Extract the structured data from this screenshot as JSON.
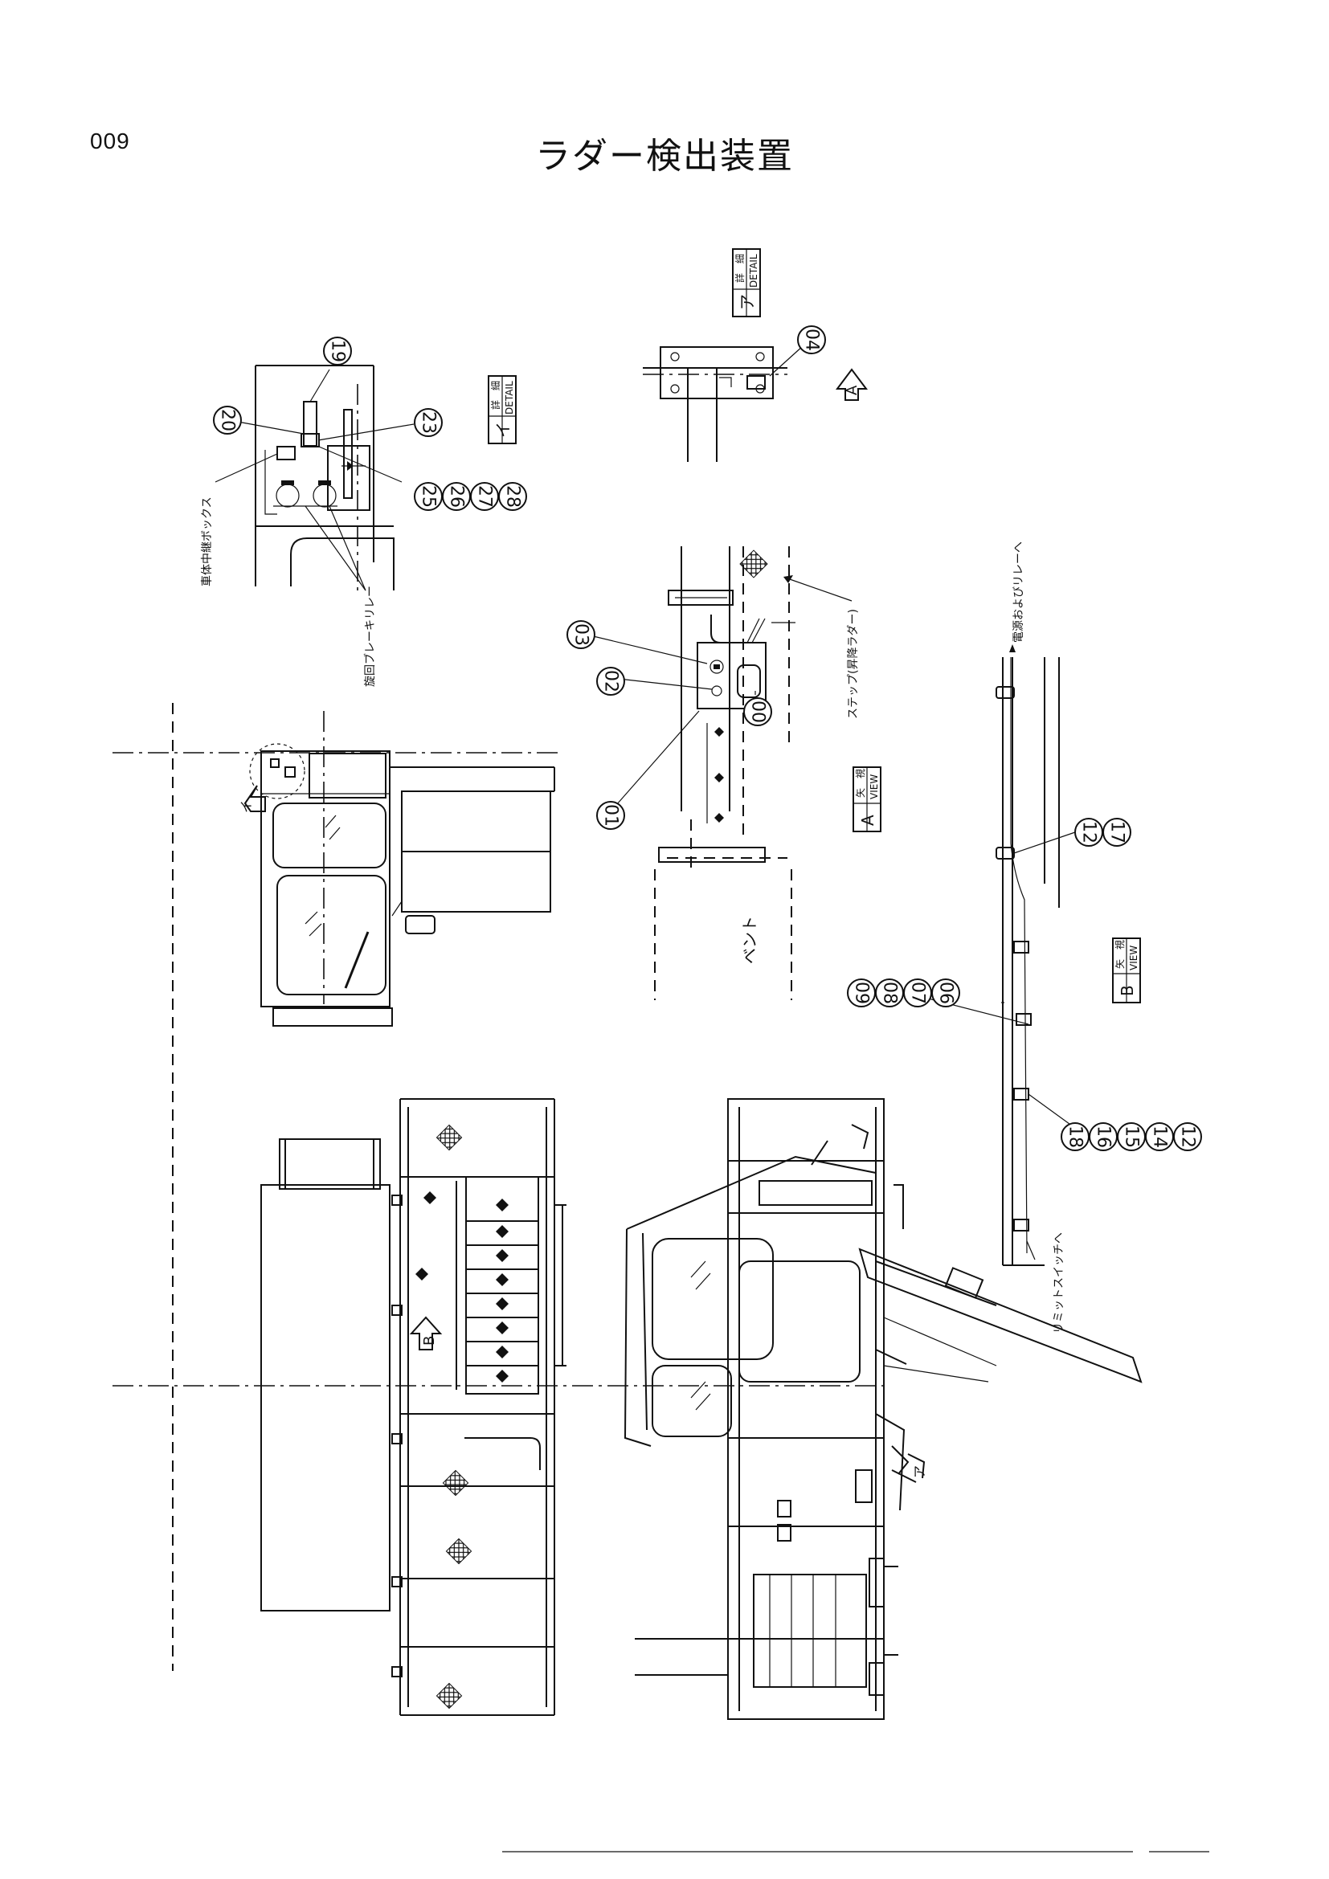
{
  "page": {
    "number": "009",
    "title": "ラダー検出装置"
  },
  "labels": {
    "detail_i": {
      "top": "詳　細",
      "bottom": "DETAIL",
      "mark": "イ"
    },
    "detail_a": {
      "top": "詳　細",
      "bottom": "DETAIL",
      "mark": "ア"
    },
    "view_a": {
      "top": "矢　視",
      "bottom": "VIEW",
      "mark": "A"
    },
    "view_b": {
      "top": "矢　視",
      "bottom": "VIEW",
      "mark": "B"
    },
    "junction_box": "車体中継ボックス",
    "brake_relay": "旋回ブレーキリレー",
    "step_ladder": "ステップ(昇降ラダー)",
    "power_relay": "電源およびリレーへ",
    "limit_switch": "リミットスイッチへ",
    "vent": "ベント",
    "arrow_a": "A",
    "arrow_b": "B",
    "arrow_i": "イ",
    "arrow_a_jp": "ア"
  },
  "callouts": {
    "c19": "19",
    "c20": "20",
    "c23": "23",
    "c25": "25",
    "c26": "26",
    "c27": "27",
    "c28": "28",
    "c04": "04",
    "c03": "03",
    "c02": "02",
    "c01": "01",
    "c00": "00",
    "c12a": "12",
    "c17": "17",
    "c09": "09",
    "c08": "08",
    "c07": "07",
    "c06": "06",
    "c18": "18",
    "c16": "16",
    "c15": "15",
    "c14": "14",
    "c12b": "12"
  }
}
